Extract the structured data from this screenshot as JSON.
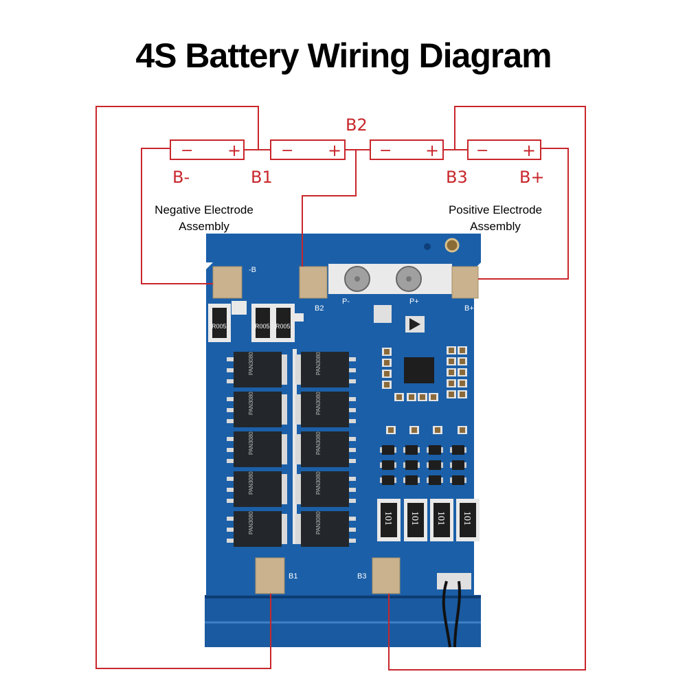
{
  "title": "4S Battery Wiring Diagram",
  "colors": {
    "wire": "#c8262b",
    "pcb": "#1b5fa8",
    "pad": "#c9b28d",
    "mosfet": "#23272b",
    "text": "#000000"
  },
  "cells": [
    {
      "minus": "−",
      "plus": "+"
    },
    {
      "minus": "−",
      "plus": "+"
    },
    {
      "minus": "−",
      "plus": "+"
    },
    {
      "minus": "−",
      "plus": "+"
    }
  ],
  "terminals": {
    "b_minus": "B-",
    "b1": "B1",
    "b2": "B2",
    "b3": "B3",
    "b_plus": "B+"
  },
  "notes": {
    "negative": [
      "Negative Electrode",
      "Assembly"
    ],
    "positive": [
      "Positive Electrode",
      "Assembly"
    ]
  },
  "board": {
    "silk": {
      "b_minus": "-B",
      "b2": "B2",
      "p_minus": "P-",
      "p_plus": "P+",
      "b_plus": "B+",
      "b1": "B1",
      "b3": "B3"
    },
    "shunt_code": "R005",
    "resistor_code": "101",
    "mosfet_marking": "PAN3080"
  }
}
